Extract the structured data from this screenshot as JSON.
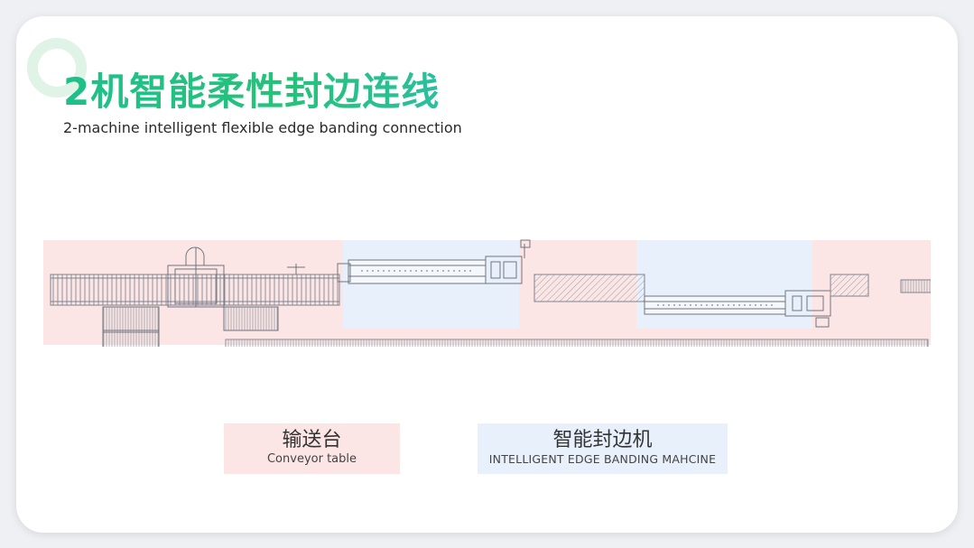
{
  "header": {
    "title": "2机智能柔性封边连线",
    "subtitle": "2-machine intelligent flexible edge banding connection"
  },
  "legend": {
    "conveyor": {
      "zh": "输送台",
      "en": "Conveyor table",
      "color": "#fbe5e5"
    },
    "machine": {
      "zh": "智能封边机",
      "en": "INTELLIGENT EDGE BANDING MAHCINE",
      "color": "#e8f1fb"
    }
  },
  "colors": {
    "accent": "#22bf7e",
    "line": "#8a8f99"
  }
}
